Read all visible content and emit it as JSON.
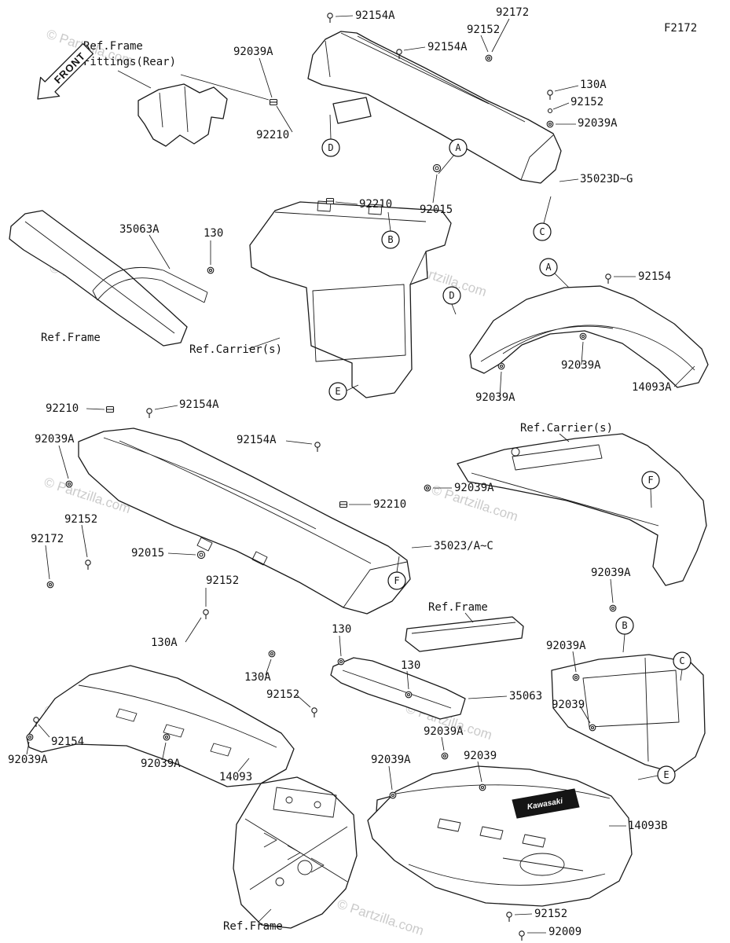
{
  "meta": {
    "diagram_code": "F2172",
    "front_label": "FRONT",
    "watermark": "© Partzilla.com",
    "brand_badge": "Kawasaki"
  },
  "labels": [
    "92154A",
    "92172",
    "92152",
    "92039A",
    "92154A",
    "Ref.Frame",
    "Fittings(Rear)",
    "130A",
    "92152",
    "92039A",
    "92210",
    "35023D~G",
    "92210",
    "92015",
    "35063A",
    "130",
    "92154",
    "Ref.Frame",
    "Ref.Carrier(s)",
    "92039A",
    "92039A",
    "14093A",
    "92210",
    "92154A",
    "92039A",
    "92154A",
    "Ref.Carrier(s)",
    "92039A",
    "92210",
    "92152",
    "92172",
    "92015",
    "35023/A~C",
    "92152",
    "92039A",
    "Ref.Frame",
    "130A",
    "130",
    "92039A",
    "130A",
    "130",
    "92152",
    "35063",
    "92039",
    "92154",
    "92039A",
    "92039A",
    "92039A",
    "14093",
    "92039A",
    "92039",
    "14093B",
    "Ref.Frame",
    "92152",
    "92009"
  ],
  "balloons": [
    "D",
    "A",
    "B",
    "C",
    "A",
    "D",
    "E",
    "F",
    "F",
    "B",
    "C",
    "E"
  ]
}
